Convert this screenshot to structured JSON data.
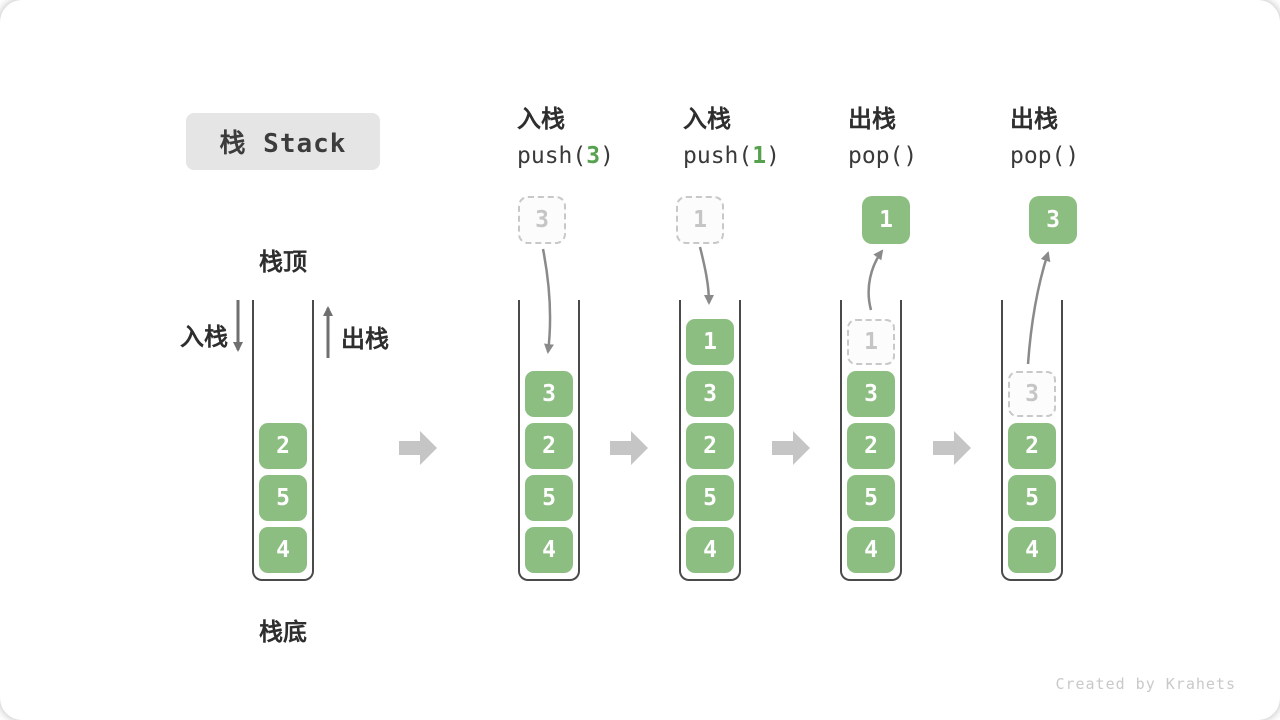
{
  "title": "栈 Stack",
  "labels": {
    "stack_top": "栈顶",
    "stack_bottom": "栈底",
    "push_side": "入栈",
    "pop_side": "出栈"
  },
  "watermark": "Created by Krahets",
  "colors": {
    "item_green": "#8CBE82",
    "arg_green": "#55A14E",
    "ghost_gray": "#C8C8C8",
    "wall_gray": "#4A4A4A",
    "curve_arrow_gray": "#8A8A8A",
    "block_arrow_gray": "#C5C5C5",
    "title_bg": "#E5E5E5"
  },
  "stacks": [
    {
      "name": "initial-state",
      "items": [
        "2",
        "5",
        "4"
      ]
    },
    {
      "name": "after-push-3",
      "op": {
        "line1": "入栈",
        "code_before": "push(",
        "arg": "3",
        "code_after": ")"
      },
      "incoming_value": "3",
      "items": [
        "3",
        "2",
        "5",
        "4"
      ]
    },
    {
      "name": "after-push-1",
      "op": {
        "line1": "入栈",
        "code_before": "push(",
        "arg": "1",
        "code_after": ")"
      },
      "incoming_value": "1",
      "items": [
        "1",
        "3",
        "2",
        "5",
        "4"
      ]
    },
    {
      "name": "after-pop-1",
      "op": {
        "line1": "出栈",
        "code_before": "pop()",
        "arg": "",
        "code_after": ""
      },
      "popped_value": "1",
      "ghost_value": "1",
      "items": [
        "3",
        "2",
        "5",
        "4"
      ]
    },
    {
      "name": "after-pop-3",
      "op": {
        "line1": "出栈",
        "code_before": "pop()",
        "arg": "",
        "code_after": ""
      },
      "popped_value": "3",
      "ghost_value": "3",
      "items": [
        "2",
        "5",
        "4"
      ]
    }
  ]
}
